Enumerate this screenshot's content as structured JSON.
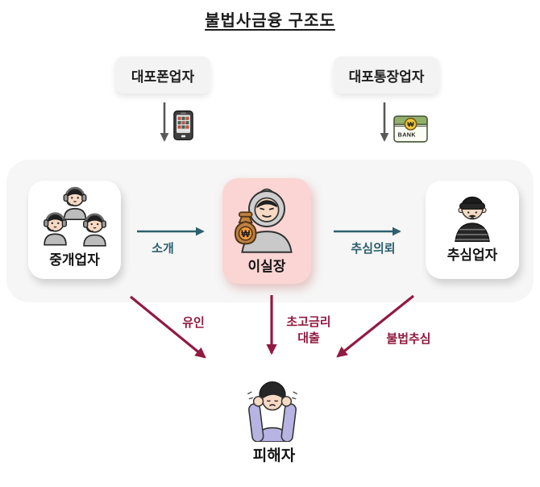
{
  "title": "불법사금융 구조도",
  "sources": {
    "phone_dealer": "대포폰업자",
    "account_dealer": "대포통장업자"
  },
  "actors": {
    "broker": "중개업자",
    "boss": "이실장",
    "collector": "추심업자",
    "victim": "피해자"
  },
  "flows": {
    "intro": "소개",
    "collection_request": "추심의뢰",
    "luring": "유인",
    "high_interest_loan": "초고금리\n대출",
    "illegal_collection": "불법추심"
  },
  "icon_text": {
    "bank_label": "BANK",
    "won_symbol": "₩"
  },
  "colors": {
    "flow_arrow_teal": "#2d5f6e",
    "harm_arrow_maroon": "#911a40",
    "source_arrow_gray": "#595959",
    "boss_card_pink": "#fbd5d3",
    "container_gray": "#f6f6f6"
  }
}
